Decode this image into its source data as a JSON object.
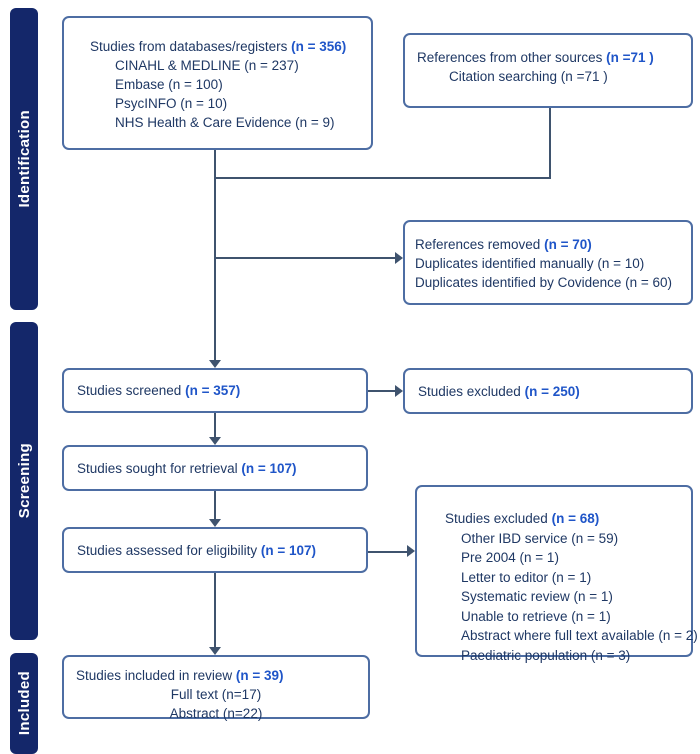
{
  "colors": {
    "stage_bar_bg": "#14276a",
    "stage_bar_text": "#ffffff",
    "box_border": "#4d6da3",
    "body_text": "#1f3864",
    "count_accent": "#1f55c8",
    "arrow": "#3f536e"
  },
  "stages": [
    {
      "label": "Identification"
    },
    {
      "label": "Screening"
    },
    {
      "label": "Included"
    }
  ],
  "boxes": {
    "databases": {
      "title": "Studies from databases/registers",
      "count": "(n = 356)",
      "items": [
        "CINAHL & MEDLINE (n = 237)",
        "Embase (n = 100)",
        "PsycINFO (n = 10)",
        "NHS Health & Care Evidence (n = 9)"
      ]
    },
    "other_sources": {
      "title": "References from other sources",
      "count": "(n =71 )",
      "items": [
        "Citation searching (n =71 )"
      ]
    },
    "references_removed": {
      "title": "References removed",
      "count": "(n = 70)",
      "items": [
        "Duplicates identified manually (n = 10)",
        "Duplicates identified by Covidence (n = 60)"
      ]
    },
    "screened": {
      "title": "Studies screened",
      "count": "(n = 357)"
    },
    "excluded_screening": {
      "title": "Studies excluded",
      "count": "(n = 250)"
    },
    "sought": {
      "title": "Studies sought for retrieval",
      "count": "(n = 107)"
    },
    "assessed": {
      "title": "Studies assessed for eligibility",
      "count": "(n = 107)"
    },
    "excluded_eligibility": {
      "title": "Studies excluded",
      "count": "(n = 68)",
      "items": [
        "Other IBD service (n = 59)",
        "Pre 2004 (n = 1)",
        "Letter to editor (n = 1)",
        "Systematic review (n = 1)",
        "Unable to retrieve (n = 1)",
        "Abstract where full text available (n = 2)",
        "Paediatric population (n = 3)"
      ]
    },
    "included": {
      "title": "Studies included in review",
      "count": "(n = 39)",
      "items": [
        "Full text (n=17)",
        "Abstract (n=22)"
      ]
    }
  }
}
